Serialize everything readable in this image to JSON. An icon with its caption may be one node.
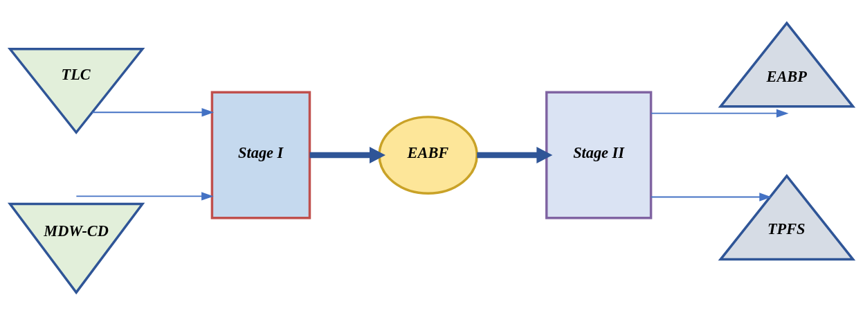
{
  "diagram": {
    "nodes": [
      {
        "text": [
          "TLC"
        ]
      },
      {
        "text": [
          "MDW-CD"
        ]
      },
      {
        "text": [
          "Stage I"
        ]
      },
      {
        "text": [
          "EABF"
        ]
      },
      {
        "text": [
          "Stage II"
        ]
      },
      {
        "text": [
          "EABP"
        ]
      },
      {
        "text": [
          "TPFS"
        ]
      }
    ],
    "edges": [
      {
        "from": 0,
        "to": 2,
        "arrow": "to"
      },
      {
        "from": 1,
        "to": 2,
        "arrow": "to"
      },
      {
        "from": 2,
        "to": 3,
        "arrow": "to",
        "style": "thick"
      },
      {
        "from": 3,
        "to": 4,
        "arrow": "to",
        "style": "thick"
      },
      {
        "from": 4,
        "to": 5,
        "arrow": "to"
      },
      {
        "from": 4,
        "to": 6,
        "arrow": "to"
      }
    ]
  }
}
